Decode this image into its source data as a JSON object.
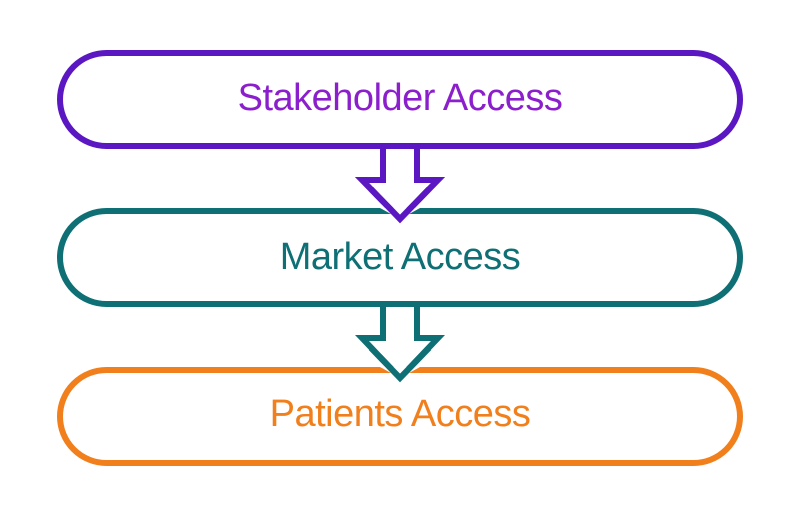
{
  "stages": [
    {
      "label": "Stakeholder Access",
      "color": "#8b1fcc",
      "stroke": "#5a17c2"
    },
    {
      "label": "Market Access",
      "color": "#0e6f74",
      "stroke": "#0e6f74"
    },
    {
      "label": "Patients Access",
      "color": "#f07f1c",
      "stroke": "#f07f1c"
    }
  ],
  "arrows": [
    {
      "from": "Stakeholder Access",
      "to": "Market Access",
      "color": "#5a17c2"
    },
    {
      "from": "Market Access",
      "to": "Patients Access",
      "color": "#0e6f74"
    }
  ]
}
